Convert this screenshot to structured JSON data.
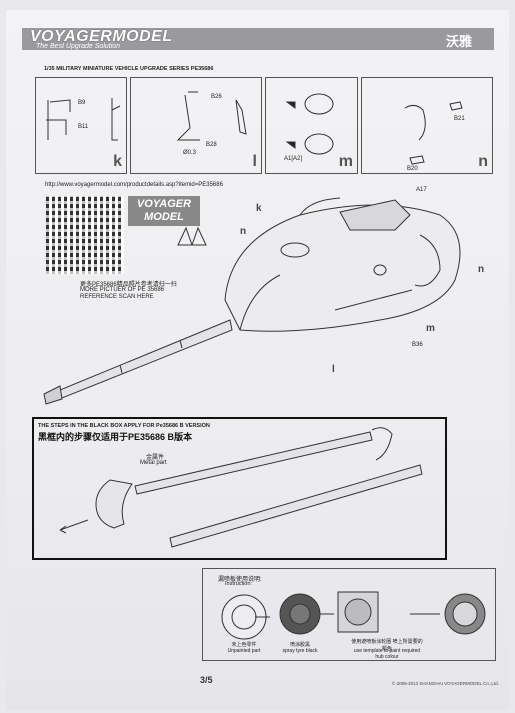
{
  "header": {
    "brand": "VOYAGERMODEL",
    "tagline": "The Best Upgrade Solution",
    "brand_cn": "沃雅",
    "series": "1/35 MILITARY MINIATURE VEHICLE  UPGRADE SERIES PE35686"
  },
  "panels": {
    "k": {
      "letter": "k",
      "labels": [
        "B9",
        "B11"
      ]
    },
    "l": {
      "letter": "l",
      "labels": [
        "B26",
        "B28",
        "Ø0.3"
      ]
    },
    "m": {
      "letter": "m",
      "labels": [
        "A1[A2]"
      ]
    },
    "n": {
      "letter": "n",
      "labels": [
        "B21",
        "B20"
      ]
    }
  },
  "qr": {
    "url": "http://www.voyagermodel.com/productdetails.asp?itemid=PE35686",
    "logo": "VOYAGER MODEL",
    "scan_cn": "更多PE35686精品照片参考请扫一扫",
    "scan_en1": "MORE PICTUER OF PE 35686",
    "scan_en2": "REFERENCE SCAN HERE"
  },
  "callouts": {
    "k": "k",
    "n_left": "n",
    "n_right": "n",
    "l": "l",
    "m": "m",
    "A17": "A17",
    "B36": "B36"
  },
  "black_box": {
    "en": "THE  STEPS IN THE BLACK BOX  APPLY FOR Pe35686 B VERSION",
    "cn_prefix": "黑框内的步骤仅适用于",
    "cn_code": "PE35686  B",
    "cn_suffix": "版本",
    "metal_cn": "金属件",
    "metal_en": "Metal part"
  },
  "paint": {
    "title_cn": "漏喷板使用说明:",
    "title_en": "Instruction:",
    "steps": [
      {
        "cn": "未上色零件",
        "en": "Unpainted part"
      },
      {
        "cn": "喷涂胶黑",
        "en": "spray tyre black"
      },
      {
        "cn": "使用遮喷板涂轮圈\n喷上所需要的颜色",
        "en": "use template to paint required hub colour"
      }
    ]
  },
  "footer": {
    "page": "3/5",
    "copyright": "© 2005-2013 SHANGHAI VOYAGERMODEL Co.,Ltd."
  }
}
